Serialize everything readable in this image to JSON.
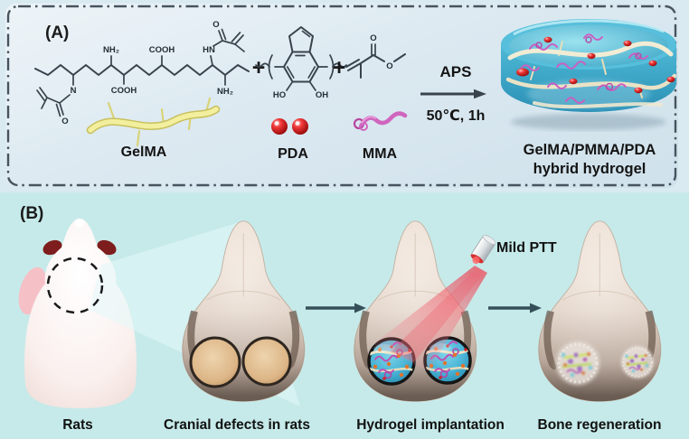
{
  "figure": {
    "panel_a_tag": "(A)",
    "panel_b_tag": "(B)"
  },
  "panel_a": {
    "reactant_gelma_label": "GelMA",
    "reactant_pda_label": "PDA",
    "reactant_mma_label": "MMA",
    "plus_sign": "+",
    "reaction_catalyst": "APS",
    "reaction_conditions": "50℃, 1h",
    "product_name_line1": "GelMA/PMMA/PDA",
    "product_name_line2": "hybrid hydrogel",
    "atoms": {
      "nh2": "NH₂",
      "cooh": "COOH",
      "hn": "HN",
      "n": "N",
      "o": "O",
      "ho": "HO",
      "oh": "OH"
    }
  },
  "panel_b": {
    "ptt_label": "Mild PTT",
    "steps": [
      {
        "label": "Rats"
      },
      {
        "label": "Cranial defects in rats"
      },
      {
        "label": "Hydrogel implantation"
      },
      {
        "label": "Bone regeneration"
      }
    ]
  },
  "colors": {
    "background_top": "#d9eaf1",
    "background_bottom": "#c6eae9",
    "panel_border": "#44525c",
    "structure_ink": "#39434d",
    "gelma_fiber": "#f2ef9e",
    "pda_sphere": "#e01818",
    "mma_chain": "#d065be",
    "hydrogel": "#45b1d2",
    "skull_bone": "#ece2d8",
    "defect_bone": "#d9b488",
    "laser_beam": "#f05060"
  }
}
